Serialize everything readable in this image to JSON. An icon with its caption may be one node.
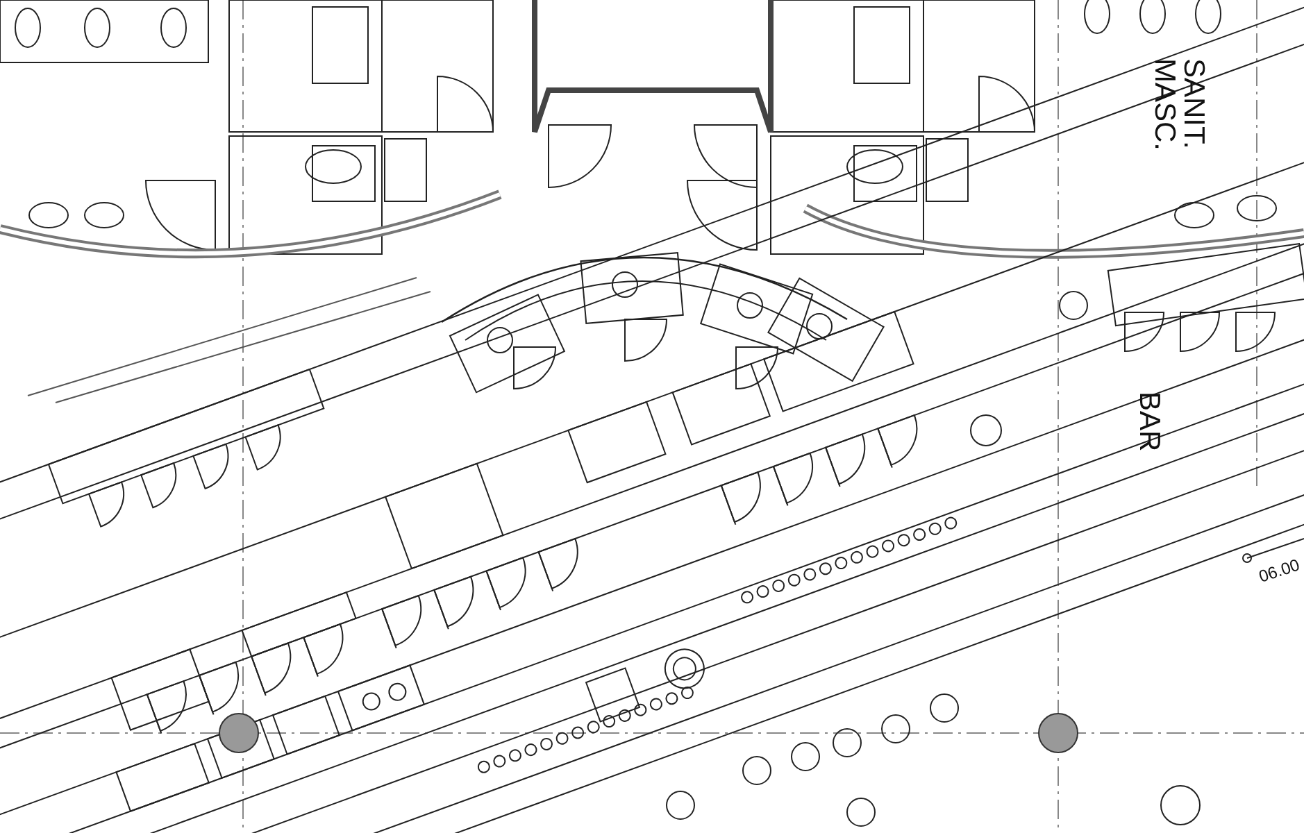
{
  "diagram": {
    "labels": [
      "SANIT. MASC.",
      "BAR",
      "06.00"
    ]
  }
}
